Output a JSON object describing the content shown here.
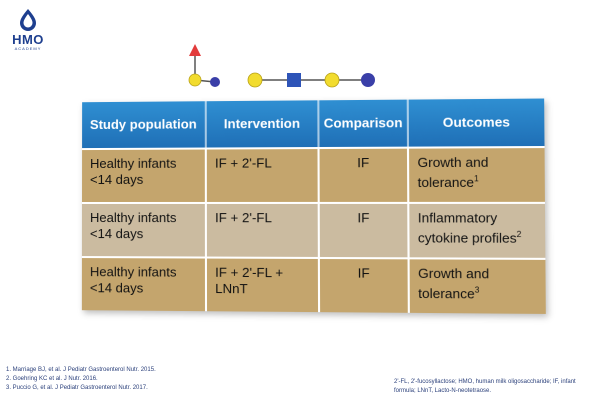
{
  "logo": {
    "word": "HMO",
    "sub": "ACADEMY"
  },
  "colors": {
    "header_blue": "#2380c8",
    "row_tan": "#c4a56d",
    "row_tan_light": "#cbbba0",
    "fucose_red": "#e23b3b",
    "galactose_yellow": "#f2dc2e",
    "glucose_blue": "#3a3fa8",
    "glcnac_blue": "#2e54b8"
  },
  "icons": [
    "hmo-drop-logo-icon",
    "fucose-triangle-icon",
    "galactose-circle-icon",
    "glucose-circle-icon",
    "glcnac-square-icon"
  ],
  "table": {
    "headers": [
      "Study population",
      "Intervention",
      "Comparison",
      "Outcomes"
    ],
    "rows": [
      {
        "population_line1": "Healthy infants",
        "population_line2": "<14 days",
        "intervention": "IF + 2'-FL",
        "comparison": "IF",
        "outcome_line1": "Growth and",
        "outcome_line2": "tolerance",
        "ref": "1"
      },
      {
        "population_line1": "Healthy infants",
        "population_line2": "<14 days",
        "intervention": "IF + 2'-FL",
        "comparison": "IF",
        "outcome_line1": "Inflammatory",
        "outcome_line2": "cytokine profiles",
        "ref": "2"
      },
      {
        "population_line1": "Healthy infants",
        "population_line2": "<14 days",
        "intervention": "IF + 2'-FL + LNnT",
        "comparison": "IF",
        "outcome_line1": "Growth and",
        "outcome_line2": "tolerance",
        "ref": "3"
      }
    ]
  },
  "references": [
    "1. Marriage BJ, et al. J Pediatr Gastroenterol Nutr. 2015.",
    "2. Goehring KC et al. J Nutr. 2016.",
    "3. Puccio G, et al. J Pediatr Gastroenterol Nutr. 2017."
  ],
  "abbreviations": "2'-FL, 2'-fucosyllactose; HMO, human milk oligosaccharide; IF, infant formula; LNnT, Lacto-N-neotetraose."
}
